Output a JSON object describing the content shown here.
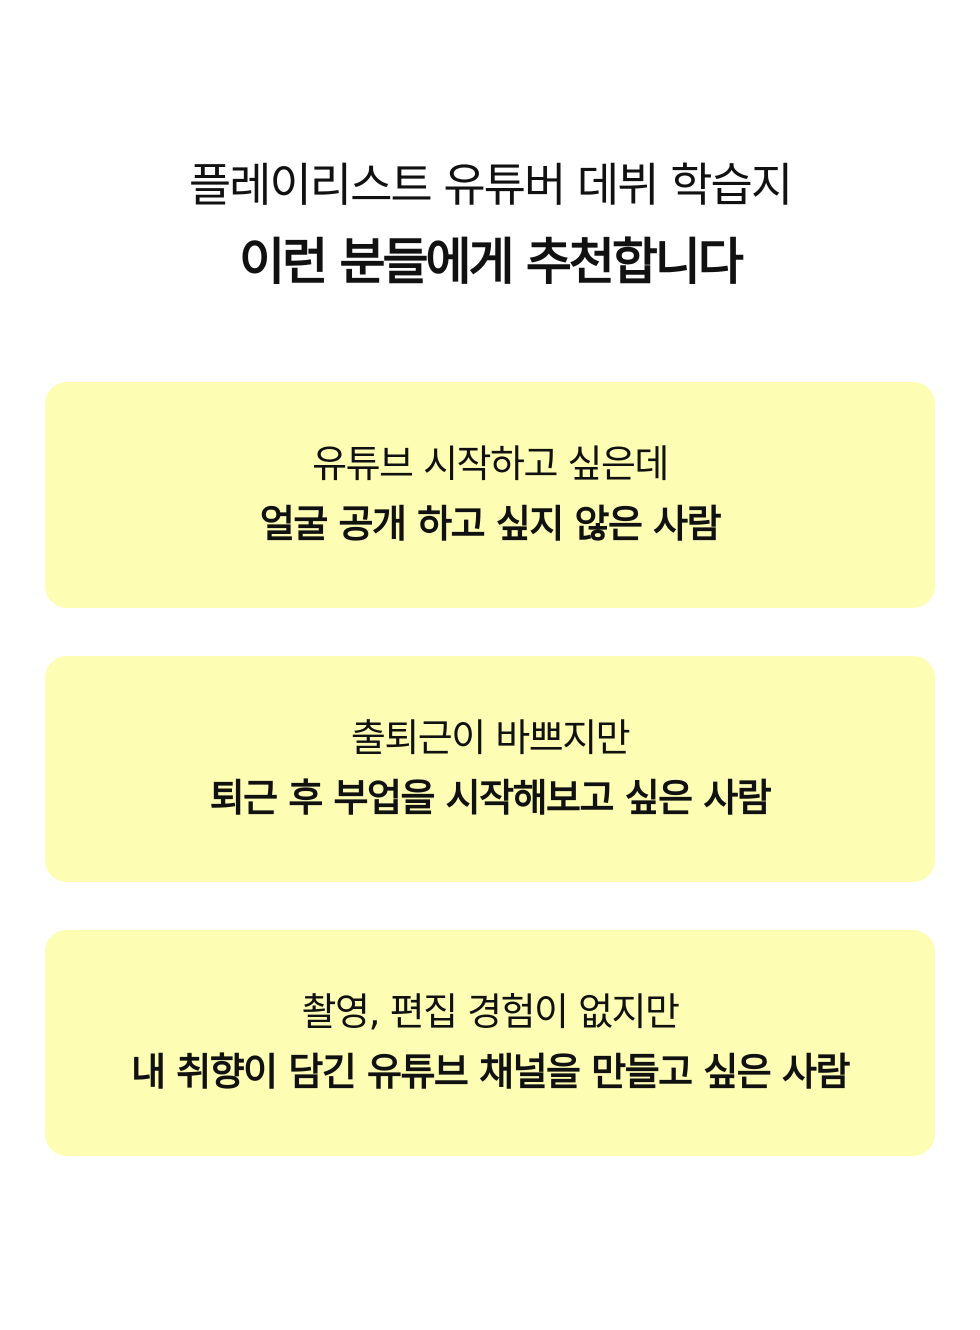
{
  "header": {
    "subtitle": "플레이리스트 유튜버 데뷔 학습지",
    "title": "이런 분들에게 추천합니다"
  },
  "cards": [
    {
      "line1": "유튜브 시작하고 싶은데",
      "line2": "얼굴 공개 하고 싶지 않은 사람"
    },
    {
      "line1": "출퇴근이 바쁘지만",
      "line2": "퇴근 후 부업을 시작해보고 싶은 사람"
    },
    {
      "line1": "촬영, 편집 경험이 없지만",
      "line2": "내 취향이 담긴 유튜브 채널을 만들고 싶은 사람"
    }
  ],
  "colors": {
    "card_background": "#FDFDB4",
    "text": "#111111",
    "page_background": "#FFFFFF"
  }
}
